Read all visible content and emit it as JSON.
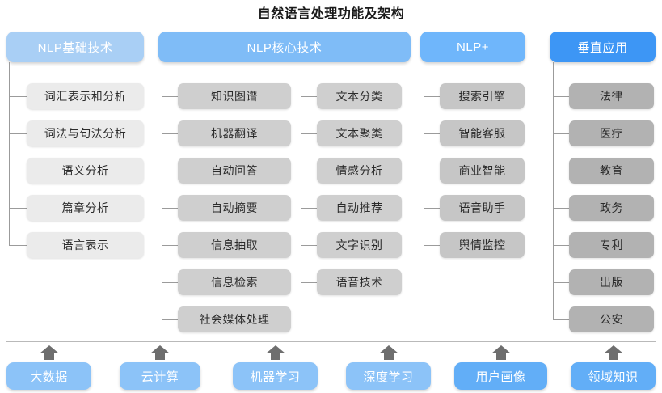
{
  "title": "自然语言处理功能及架构",
  "colors": {
    "header_light": "#a9cff5",
    "header_mid": "#7fbcf7",
    "header_bright": "#6fb6fb",
    "header_dark": "#3d96f5",
    "foundation": "#8cc3f8",
    "foundation_dark": "#62aef7",
    "leaf_light": "#ebebeb",
    "leaf_mid": "#cfcfcf",
    "leaf_dark": "#b2b2b2",
    "connector": "#9b9b9b",
    "arrow": "#6e6e6e",
    "divider": "#b9b9b9"
  },
  "columns": [
    {
      "header": "NLP基础技术",
      "groups": [
        {
          "items": [
            "词汇表示和分析",
            "词法与句法分析",
            "语义分析",
            "篇章分析",
            "语言表示"
          ]
        }
      ]
    },
    {
      "header": "NLP核心技术",
      "groups": [
        {
          "items": [
            "知识图谱",
            "机器翻译",
            "自动问答",
            "自动摘要",
            "信息抽取",
            "信息检索",
            "社会媒体处理"
          ]
        },
        {
          "items": [
            "文本分类",
            "文本聚类",
            "情感分析",
            "自动推荐",
            "文字识别",
            "语音技术"
          ]
        }
      ]
    },
    {
      "header": "NLP+",
      "groups": [
        {
          "items": [
            "搜索引擎",
            "智能客服",
            "商业智能",
            "语音助手",
            "舆情监控"
          ]
        }
      ]
    },
    {
      "header": "垂直应用",
      "groups": [
        {
          "items": [
            "法律",
            "医疗",
            "教育",
            "政务",
            "专利",
            "出版",
            "公安"
          ]
        }
      ]
    }
  ],
  "foundation": [
    "大数据",
    "云计算",
    "机器学习",
    "深度学习",
    "用户画像",
    "领域知识"
  ]
}
